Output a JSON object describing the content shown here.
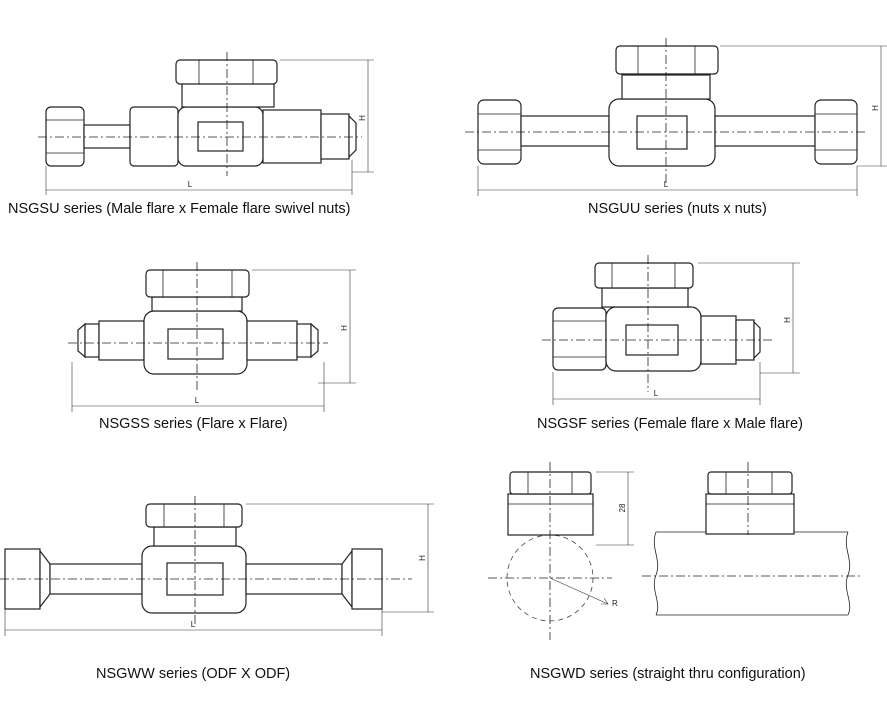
{
  "diagrams": [
    {
      "id": "nsgsu",
      "caption": "NSGSU  series (Male flare x Female flare swivel nuts)",
      "dim_length": "L",
      "dim_height": "H"
    },
    {
      "id": "nsguu",
      "caption": "NSGUU series (nuts x nuts)",
      "dim_length": "L",
      "dim_height": "H"
    },
    {
      "id": "nsgss",
      "caption": "NSGSS series (Flare x Flare)",
      "dim_length": "L",
      "dim_height": "H"
    },
    {
      "id": "nsgsf",
      "caption": "NSGSF series (Female flare x Male flare)",
      "dim_length": "L",
      "dim_height": "H"
    },
    {
      "id": "nsgww",
      "caption": "NSGWW series (ODF X ODF)",
      "dim_length": "L",
      "dim_height": "H"
    },
    {
      "id": "nsgwd",
      "caption": "NSGWD series (straight thru configuration)",
      "dim_height": "28",
      "dim_radius": "R"
    }
  ]
}
